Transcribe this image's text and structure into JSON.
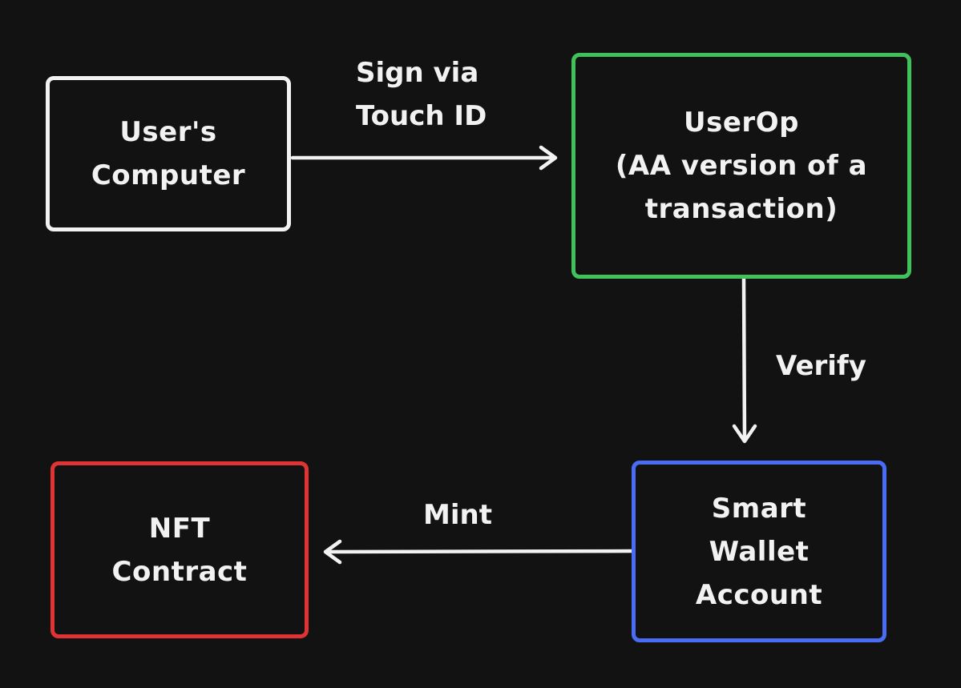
{
  "colors": {
    "background": "#121212",
    "text": "#f2f2f2",
    "users_computer_border": "#f2f2f2",
    "userop_border": "#3fc25a",
    "smart_wallet_border": "#4a6cf5",
    "nft_contract_border": "#e03434",
    "arrow": "#f2f2f2"
  },
  "nodes": {
    "users_computer": {
      "lines": [
        "User's",
        "Computer"
      ]
    },
    "userop": {
      "lines": [
        "UserOp",
        "(AA version of a",
        "transaction)"
      ]
    },
    "smart_wallet": {
      "lines": [
        "Smart",
        "Wallet",
        "Account"
      ]
    },
    "nft_contract": {
      "lines": [
        "NFT",
        "Contract"
      ]
    }
  },
  "edges": {
    "sign": {
      "lines": [
        "Sign via",
        "Touch ID"
      ]
    },
    "verify": {
      "label": "Verify"
    },
    "mint": {
      "label": "Mint"
    }
  }
}
